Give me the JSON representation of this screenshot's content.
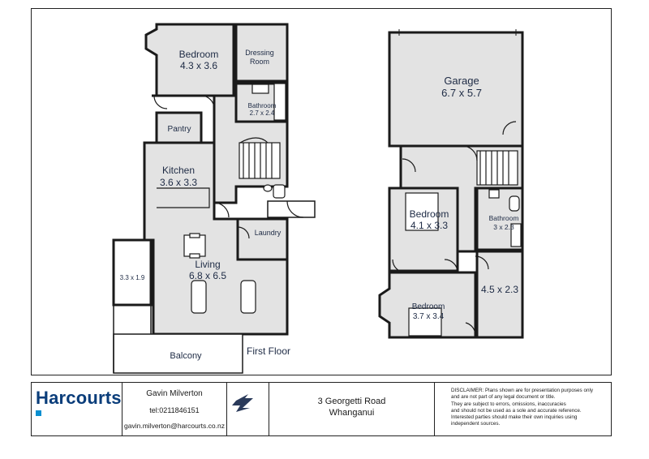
{
  "floor_plan": {
    "left": {
      "rooms": [
        {
          "id": "bedroom",
          "name": "Bedroom",
          "dims": "4.3 x 3.6"
        },
        {
          "id": "dressing",
          "name": "Dressing",
          "name2": "Room"
        },
        {
          "id": "bathroom",
          "name": "Bathroom",
          "dims": "2.7 x 2.4"
        },
        {
          "id": "pantry",
          "name": "Pantry"
        },
        {
          "id": "kitchen",
          "name": "Kitchen",
          "dims": "3.6 x 3.3"
        },
        {
          "id": "laundry",
          "name": "Laundry"
        },
        {
          "id": "living",
          "name": "Living",
          "dims": "6.8 x 6.5"
        },
        {
          "id": "deck",
          "dims": "3.3 x 1.9"
        },
        {
          "id": "balcony",
          "name": "Balcony"
        }
      ],
      "level": "First Floor"
    },
    "right": {
      "rooms": [
        {
          "id": "garage",
          "name": "Garage",
          "dims": "6.7 x 5.7"
        },
        {
          "id": "bedroom2",
          "name": "Bedroom",
          "dims": "4.1 x 3.3"
        },
        {
          "id": "bathroom2",
          "name": "Bathroom",
          "dims": "3 x 2.3"
        },
        {
          "id": "room45",
          "dims": "4.5 x 2.3"
        },
        {
          "id": "bedroom3",
          "name": "Bedroom",
          "dims": "3.7 x 3.4"
        }
      ]
    }
  },
  "footer": {
    "brand": "Harcourts",
    "agent_name": "Gavin Milverton",
    "phone": "tel:0211846151",
    "email": "gavin.milverton@harcourts.co.nz",
    "address_line1": "3 Georgetti Road",
    "address_line2": "Whanganui",
    "disclaimer": [
      "DISCLAIMER:  Plans shown are for presentation purposes only",
      "and are not part of any legal document or title.",
      "They are subject to errors, omissions, inaccuracies",
      "and should not be used as a sole and accurate reference.",
      "Interested parties should make their own inquiries using",
      "independent sources."
    ]
  },
  "colors": {
    "wall": "#1a1a1a",
    "room_fill": "#e3e3e3",
    "label": "#1d2a44",
    "brand": "#0a3d7a",
    "accent": "#0a8fd0"
  }
}
